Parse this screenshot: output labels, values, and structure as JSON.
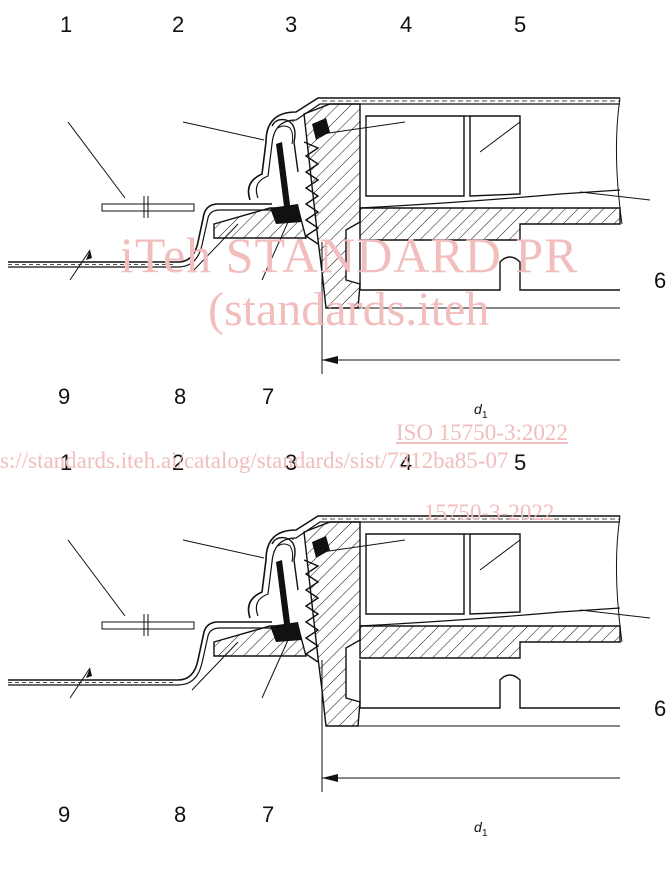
{
  "watermark": {
    "line1": "iTeh STANDARD PR",
    "line2": "(standards.iteh",
    "line3": "ISO 15750-3:2022",
    "line4": "s://standards.iteh.ai/catalog/standards/sist/7312ba85-07",
    "line5": "15750-3-2022"
  },
  "figures": [
    {
      "labels": [
        "1",
        "2",
        "3",
        "4",
        "5",
        "6",
        "7",
        "8",
        "9"
      ],
      "dimension": {
        "symbol": "d",
        "subscript": "1"
      }
    },
    {
      "labels": [
        "1",
        "2",
        "3",
        "4",
        "5",
        "6",
        "7",
        "8",
        "9"
      ],
      "dimension": {
        "symbol": "d",
        "subscript": "1"
      }
    }
  ],
  "colors": {
    "line": "#111111",
    "watermark": "#f2bdbd",
    "fill": "#111111"
  }
}
